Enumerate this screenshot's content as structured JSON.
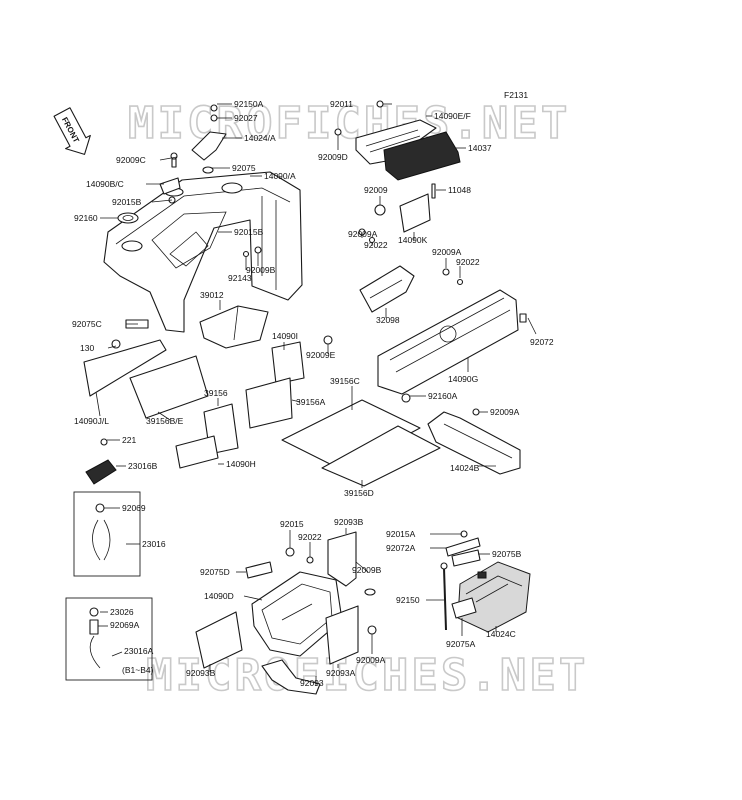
{
  "figure_code": "F2131",
  "front_arrow_text": "FRONT",
  "watermark": "MICROFICHES.NET",
  "inset_note": "(B1~B4)",
  "labels": {
    "92150A": "92150A",
    "92027": "92027",
    "14024A": "14024/A",
    "92009C": "92009C",
    "92075a": "92075",
    "14090BC": "14090B/C",
    "14090A": "14090/A",
    "92015B_1": "92015B",
    "92160": "92160",
    "92015B_2": "92015B",
    "92009B_1": "92009B",
    "92143": "92143",
    "92011": "92011",
    "14090EF": "14090E/F",
    "92009D": "92009D",
    "14037": "14037",
    "92009": "92009",
    "11048": "11048",
    "14090K": "14090K",
    "92009A_1": "92009A",
    "92022_1": "92022",
    "92009A_2": "92009A",
    "92022_2": "92022",
    "32098": "32098",
    "92072_1": "92072",
    "39012": "39012",
    "92075C": "92075C",
    "14090I": "14090I",
    "92009E": "92009E",
    "130": "130",
    "14090G": "14090G",
    "39156C": "39156C",
    "92160A": "92160A",
    "39156": "39156",
    "39156A": "39156A",
    "14090JL": "14090J/L",
    "39156BE": "39156B/E",
    "92009A_3": "92009A",
    "221": "221",
    "14090H": "14090H",
    "23016B": "23016B",
    "14024B": "14024B",
    "39156D": "39156D",
    "92069": "92069",
    "23016": "23016",
    "92015": "92015",
    "92093B_1": "92093B",
    "92022_3": "92022",
    "92015A": "92015A",
    "92072A": "92072A",
    "92075B": "92075B",
    "92075D": "92075D",
    "92009B_2": "92009B",
    "14090D": "14090D",
    "92150": "92150",
    "23026": "23026",
    "92069A": "92069A",
    "23016A": "23016A",
    "92093B_2": "92093B",
    "92009A_4": "92009A",
    "92093A": "92093A",
    "92093": "92093",
    "92075A": "92075A",
    "14024C": "14024C"
  }
}
